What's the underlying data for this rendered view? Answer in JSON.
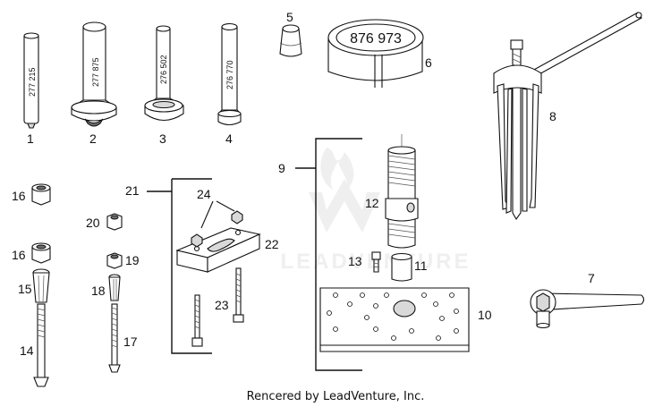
{
  "footer": "Rencered by LeadVenture, Inc.",
  "watermark": "LEADVENTURE",
  "stamps": {
    "p1": "277 215",
    "p2": "277 875",
    "p3": "276 502",
    "p4": "276 770",
    "p6": "876 973"
  },
  "callouts": {
    "c1": "1",
    "c2": "2",
    "c3": "3",
    "c4": "4",
    "c5": "5",
    "c6": "6",
    "c7": "7",
    "c8": "8",
    "c9": "9",
    "c10": "10",
    "c11": "11",
    "c12": "12",
    "c13": "13",
    "c14": "14",
    "c15": "15",
    "c16a": "16",
    "c16b": "16",
    "c17": "17",
    "c18": "18",
    "c19": "19",
    "c20": "20",
    "c21": "21",
    "c22": "22",
    "c23": "23",
    "c24": "24"
  },
  "colors": {
    "line": "#111111",
    "shade": "#d9d9d9",
    "watermark": "#9a9a9a"
  }
}
